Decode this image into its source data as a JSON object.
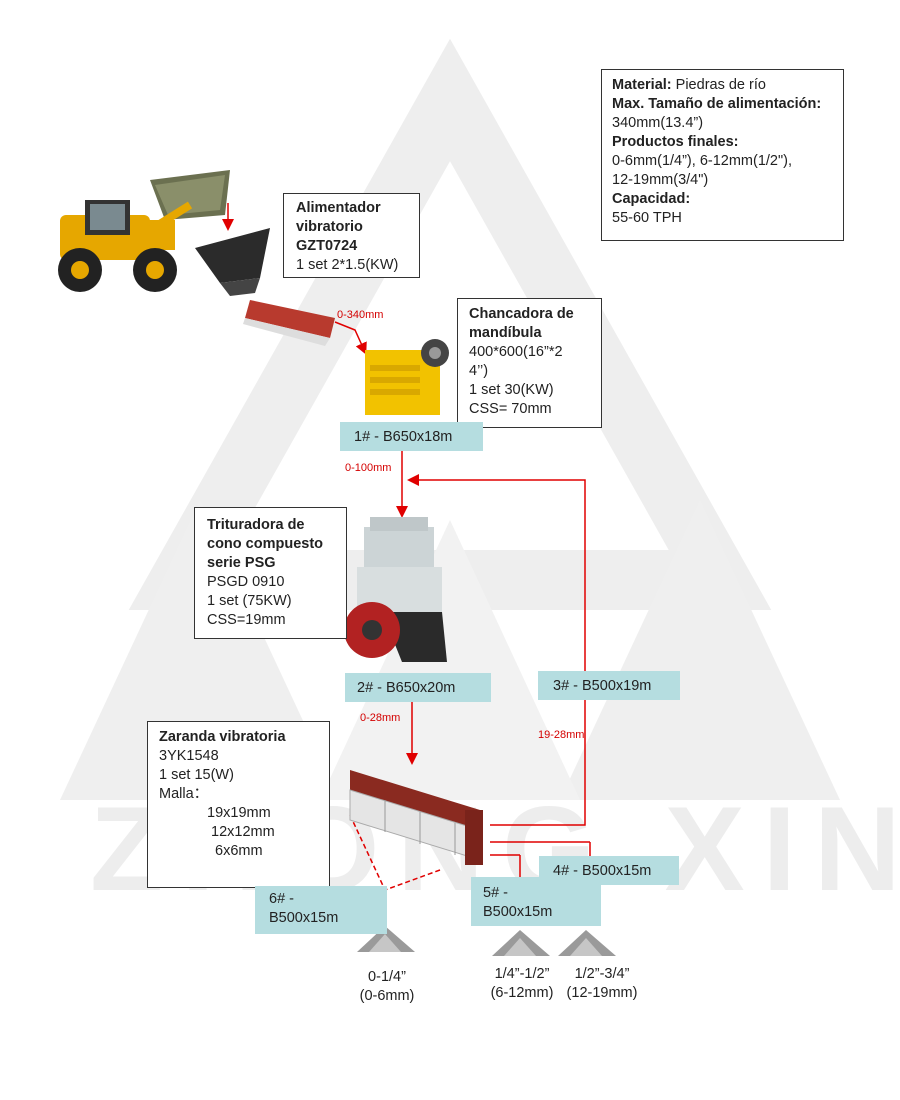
{
  "watermark": "ZHONG XIN",
  "spec_box": {
    "material_label": "Material:",
    "material_value": " Piedras de río",
    "max_feed_label": "Max. Tamaño de alimentación:",
    "max_feed_value": " 340mm(13.4”)",
    "products_label": "Productos finales:",
    "products_line1": "0-6mm(1/4”), 6-12mm(1/2\"),",
    "products_line2": "12-19mm(3/4\")",
    "capacity_label": "Capacidad:",
    "capacity_value": "55-60 TPH"
  },
  "feeder": {
    "title_line1": "Alimentador",
    "title_line2": "vibratorio",
    "model": "GZT0724",
    "spec": "1 set 2*1.5(KW)"
  },
  "jaw": {
    "title_line1": "Chancadora de",
    "title_line2": "mandíbula",
    "size_line1": "400*600(16”*2",
    "size_line2": "4’’)",
    "spec": "1 set 30(KW)",
    "css": "CSS= 70mm"
  },
  "cone": {
    "title_line1": "Trituradora de",
    "title_line2": "cono compuesto",
    "title_line3": "serie PSG",
    "model": "PSGD 0910",
    "spec": "1 set  (75KW)",
    "css": "CSS=19mm"
  },
  "screen": {
    "title": "Zaranda vibratoria",
    "model": "3YK1548",
    "spec": "1 set  15(W)",
    "mesh_label": "Malla：",
    "mesh": [
      "19x19mm",
      "12x12mm",
      "6x6mm"
    ]
  },
  "conveyors": {
    "c1": "1# - B650x18m",
    "c2": "2# - B650x20m",
    "c3": "3# - B500x19m",
    "c4": "4# - B500x15m",
    "c5_line1": "5# -",
    "c5_line2": "B500x15m",
    "c6_line1": "6# -",
    "c6_line2": "B500x15m"
  },
  "flows": {
    "f1": "0-340mm",
    "f2": "0-100mm",
    "f3": "0-28mm",
    "f4": "19-28mm"
  },
  "products": [
    {
      "line1": "0-1/4”",
      "line2": "(0-6mm)"
    },
    {
      "line1": "1/4”-1/2”",
      "line2": "(6-12mm)"
    },
    {
      "line1": "1/2”-3/4”",
      "line2": "(12-19mm)"
    }
  ],
  "colors": {
    "flow_red": "#e00000",
    "conveyor_fill": "#b5dde0",
    "watermark": "#ededed"
  }
}
